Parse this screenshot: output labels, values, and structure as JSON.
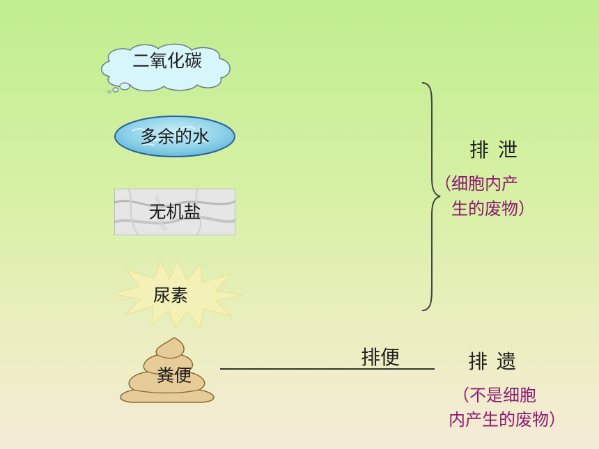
{
  "items": {
    "co2": "二氧化碳",
    "water": "多余的水",
    "salt": "无机盐",
    "urea": "尿素",
    "feces": "粪便"
  },
  "excretion": {
    "title": "排 泄",
    "note_line1": "（细胞内产",
    "note_line2": "生的废物）"
  },
  "egestion": {
    "arrow_label": "排便",
    "title": "排 遗",
    "note_line1": "（不是细胞",
    "note_line2": "内产生的废物）"
  },
  "colors": {
    "note": "#8a1a6e",
    "cloud_fill": "#d7f6fb",
    "water_fill": "#8fd3e8",
    "feces_fill": "#e6cc98"
  }
}
